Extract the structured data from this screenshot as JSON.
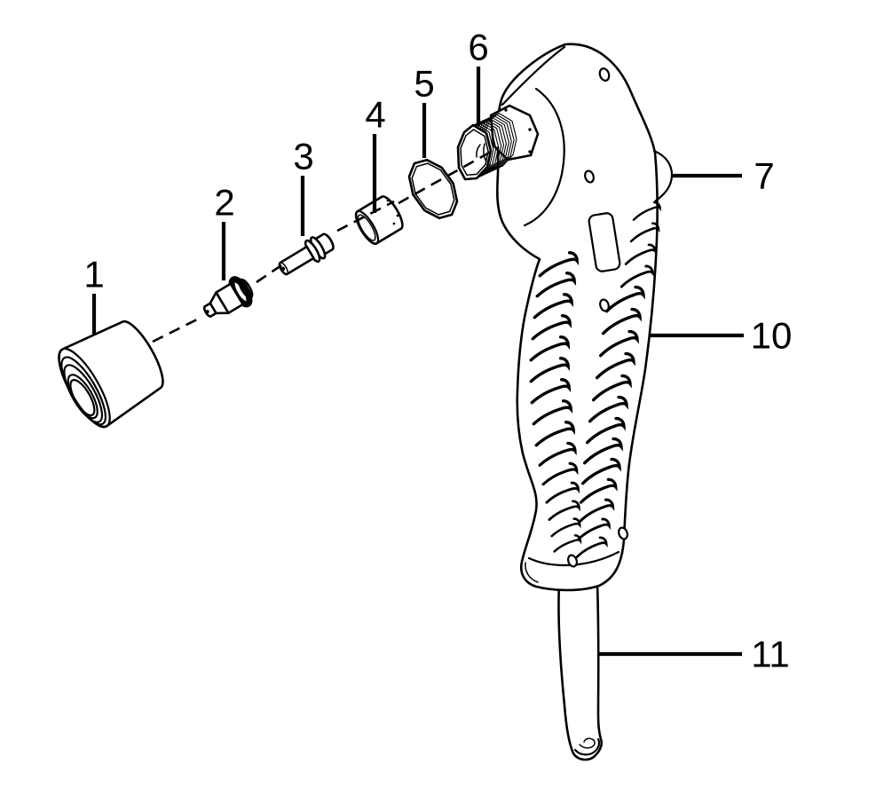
{
  "figure": {
    "kind": "exploded parts diagram",
    "subject": "handheld plasma cutting torch",
    "background_color": "#ffffff",
    "line_color": "#000000"
  },
  "callouts": [
    {
      "label": "1",
      "part": "shield-cup"
    },
    {
      "label": "2",
      "part": "nozzle-tip"
    },
    {
      "label": "3",
      "part": "electrode"
    },
    {
      "label": "4",
      "part": "swirl-ring"
    },
    {
      "label": "5",
      "part": "gasket-ring"
    },
    {
      "label": "6",
      "part": "torch-head-thread"
    },
    {
      "label": "7",
      "part": "side-button"
    },
    {
      "label": "10",
      "part": "handle-body"
    },
    {
      "label": "11",
      "part": "service-cable"
    }
  ]
}
